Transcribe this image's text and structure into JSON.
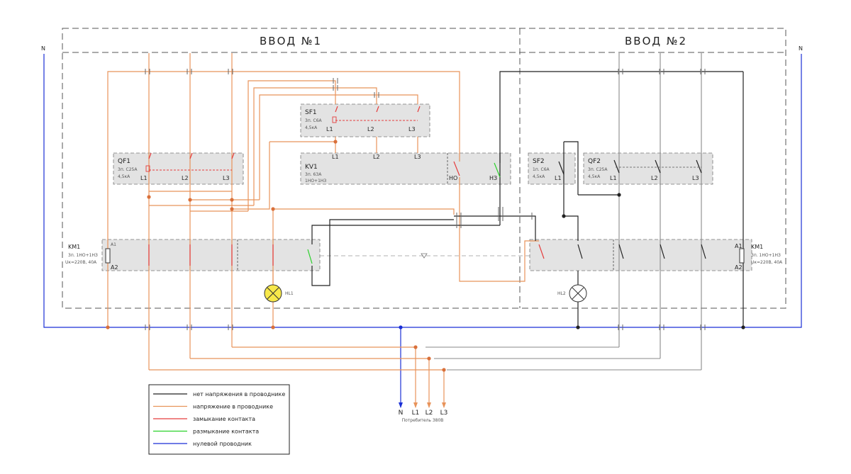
{
  "titles": {
    "input1": "ВВОД №1",
    "input2": "ВВОД №2"
  },
  "neutral": {
    "left": "N",
    "right": "N"
  },
  "qf1": {
    "name": "QF1",
    "rating": "3п. C25А",
    "breaking": "4,5кА",
    "l1": "L1",
    "l2": "L2",
    "l3": "L3"
  },
  "sf1": {
    "name": "SF1",
    "rating": "3п. C6А",
    "breaking": "4,5кА",
    "l1": "L1",
    "l2": "L2",
    "l3": "L3"
  },
  "kv1": {
    "name": "KV1",
    "rating": "3п. 63А",
    "contacts": "1НО+1НЗ",
    "l1": "L1",
    "l2": "L2",
    "l3": "L3",
    "no": "НО",
    "nc": "НЗ"
  },
  "sf2": {
    "name": "SF2",
    "rating": "1п. C6А",
    "breaking": "4,5кА",
    "l1": "L1"
  },
  "qf2": {
    "name": "QF2",
    "rating": "3п. C25А",
    "breaking": "4,5кА",
    "l1": "L1",
    "l2": "L2",
    "l3": "L3"
  },
  "km1_left": {
    "name": "KM1",
    "coil": "3п. 1НО+1НЗ",
    "rating": "Uк=220В, 40А",
    "a1": "A1",
    "a2": "A2"
  },
  "km1_right": {
    "name": "KM1",
    "coil": "3п. 1НО+1НЗ",
    "rating": "Uк=220В, 40А",
    "a1": "A1",
    "a2": "A2"
  },
  "lamps": {
    "hl1": "HL1",
    "hl2": "HL2"
  },
  "consumer": {
    "n": "N",
    "l1": "L1",
    "l2": "L2",
    "l3": "L3",
    "label": "Потребитель 380В"
  },
  "legend": [
    {
      "text": "нет напряжения в проводнике",
      "color": "#222222"
    },
    {
      "text": "напряжение в проводнике",
      "color": "#e8935a"
    },
    {
      "text": "замыкание контакта",
      "color": "#e53c3c"
    },
    {
      "text": "размыкание контакта",
      "color": "#2ad12a"
    },
    {
      "text": "нулевой проводник",
      "color": "#1a2fd6"
    }
  ]
}
